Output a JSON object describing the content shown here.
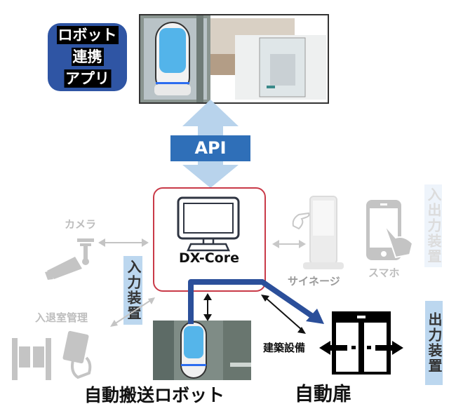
{
  "app_badge": {
    "lines": [
      "ロボット",
      "連携",
      "アプリ"
    ],
    "color": "#2f55a4"
  },
  "api": {
    "label": "API",
    "color": "#2f6fb8",
    "arrow_color": "#b8d3ec"
  },
  "core": {
    "label": "DX-Core",
    "border_color": "#c93a48"
  },
  "inputs": {
    "camera": "カメラ",
    "access_control": "入退室管理",
    "input_device_label": "入力装置"
  },
  "io_devices": {
    "signage": "サイネージ",
    "smartphone": "スマホ",
    "io_device_label": "入出力装置"
  },
  "outputs": {
    "output_device_label": "出力装置",
    "building_equipment": "建築設備",
    "auto_door": "自動扉"
  },
  "robot": {
    "label": "自動搬送ロボット"
  },
  "colors": {
    "flow_path": "#2b4f9a",
    "inactive_gray": "#c4c4c4"
  }
}
